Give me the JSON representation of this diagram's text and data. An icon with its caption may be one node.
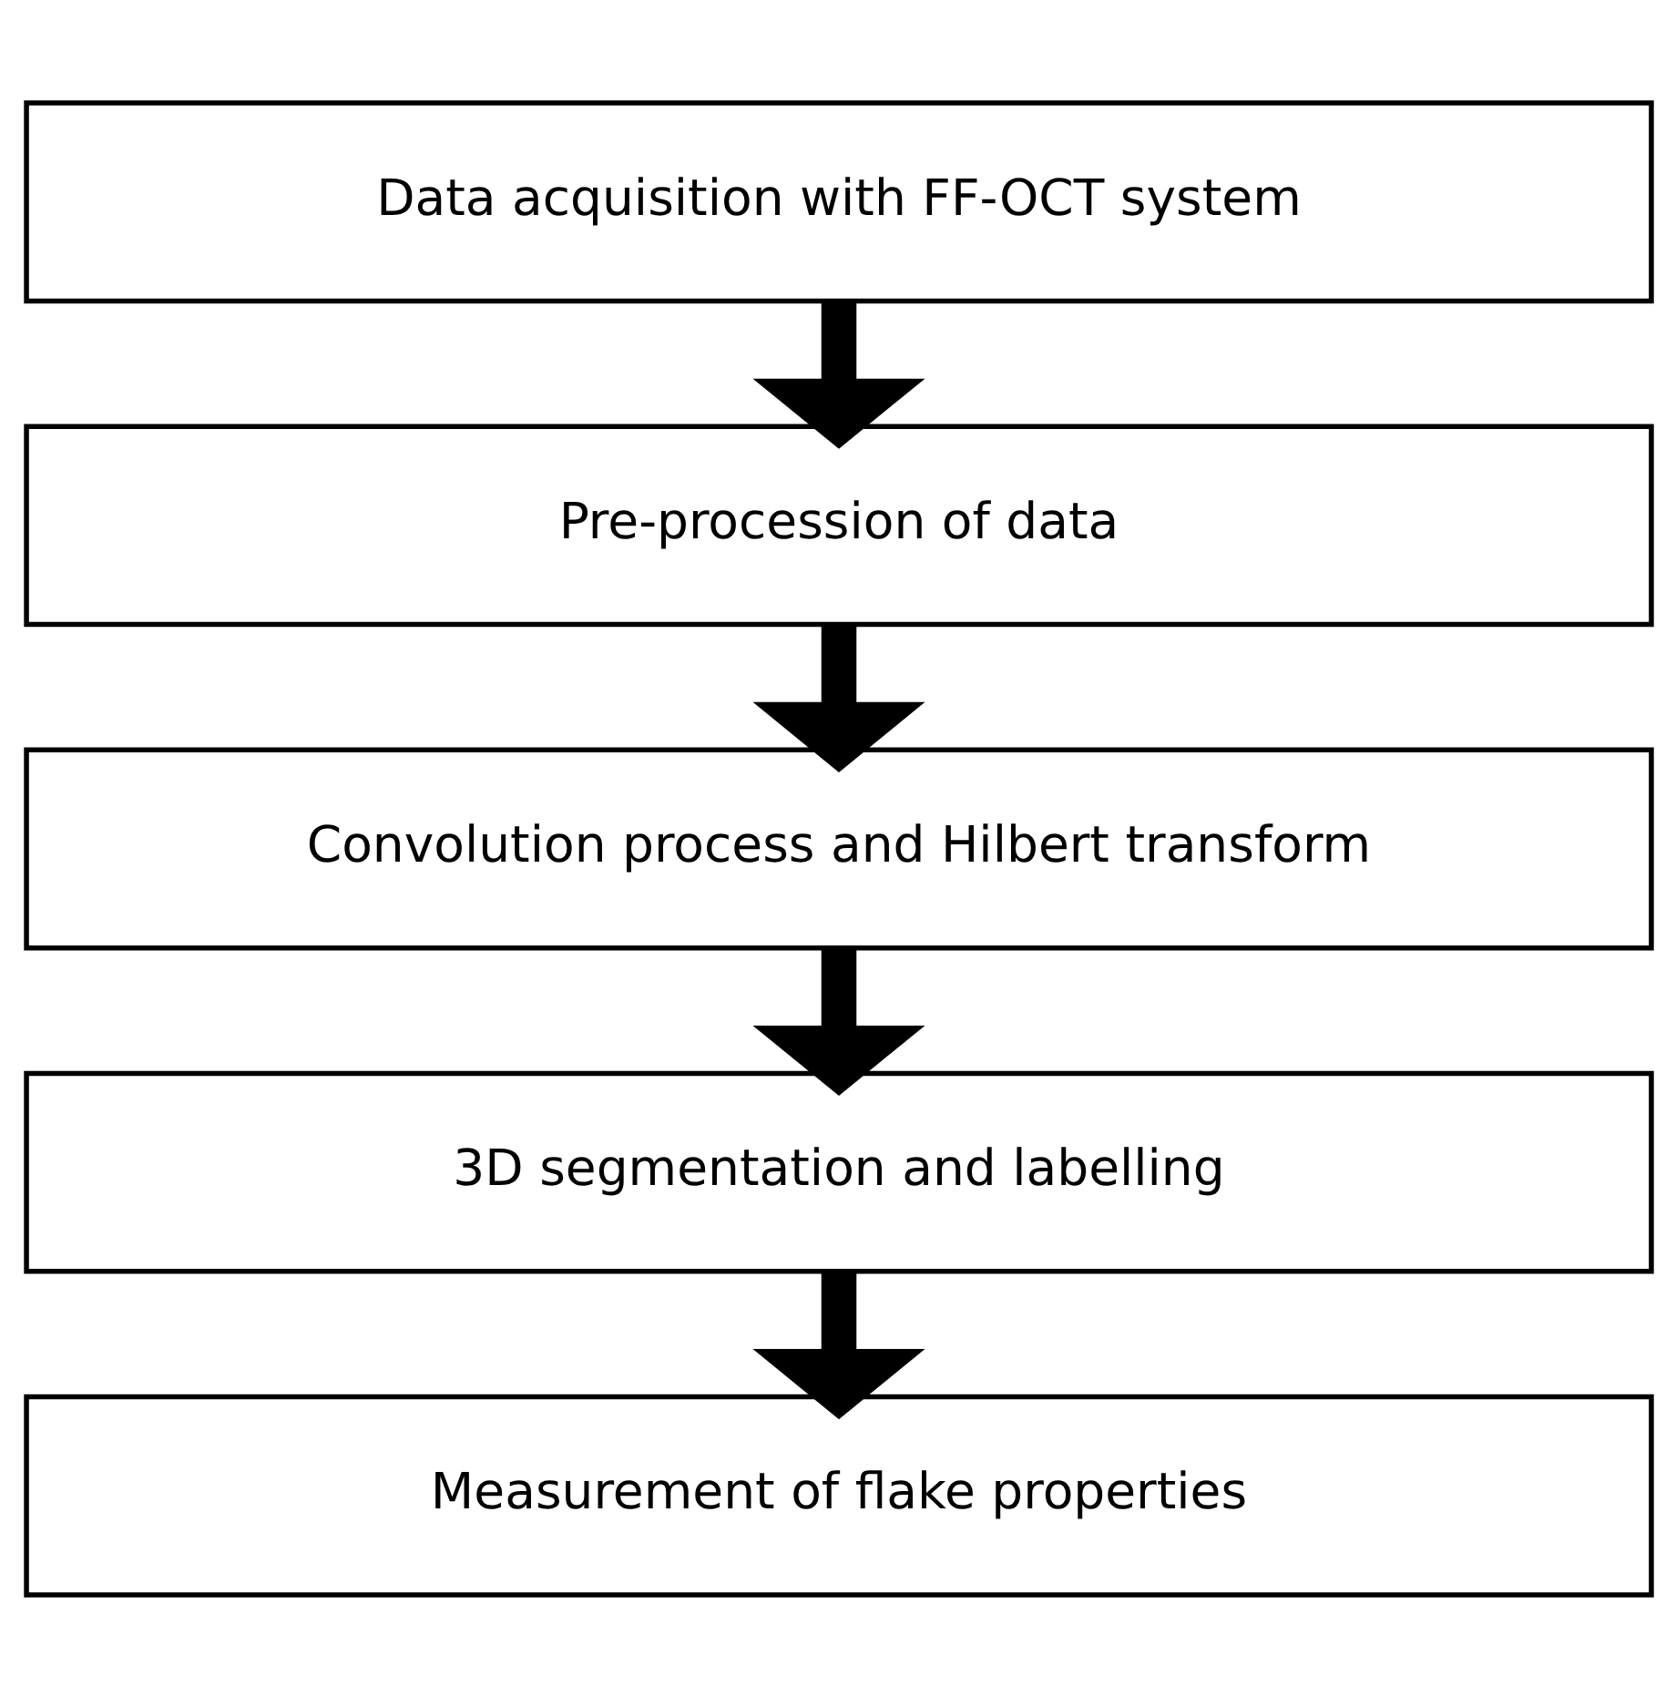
{
  "diagram": {
    "nodes": [
      {
        "text": [
          "Data acquisition with FF-OCT system"
        ]
      },
      {
        "text": [
          "Pre-procession of data"
        ]
      },
      {
        "text": [
          "Convolution process and Hilbert transform"
        ]
      },
      {
        "text": [
          "3D segmentation and labelling"
        ]
      },
      {
        "text": [
          "Measurement of flake properties"
        ]
      }
    ],
    "edges": [
      {
        "from": 0,
        "to": 1,
        "arrow": "to"
      },
      {
        "from": 1,
        "to": 2,
        "arrow": "to"
      },
      {
        "from": 2,
        "to": 3,
        "arrow": "to"
      },
      {
        "from": 3,
        "to": 4,
        "arrow": "to"
      }
    ]
  }
}
